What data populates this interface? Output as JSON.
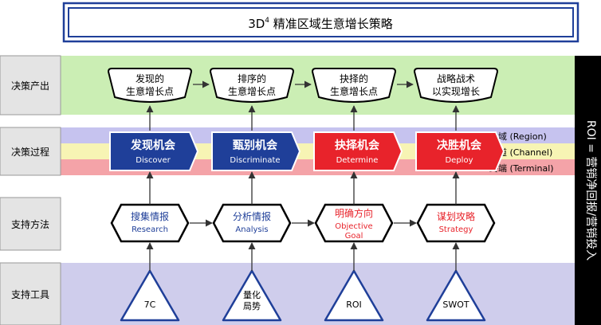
{
  "title": {
    "main": "3D",
    "sup": "4",
    "rest": " 精准区域生意增长策略"
  },
  "rows": [
    {
      "id": "output",
      "label": "决策产出"
    },
    {
      "id": "process",
      "label": "决策过程"
    },
    {
      "id": "method",
      "label": "支持方法"
    },
    {
      "id": "tools",
      "label": "支持工具"
    }
  ],
  "bands": [
    {
      "label": "地域 (Region)",
      "color": "#c6c3ef"
    },
    {
      "label": "渠道 (Channel)",
      "color": "#f7f4b4"
    },
    {
      "label": "终端 (Terminal)",
      "color": "#f4a3a8"
    }
  ],
  "outputs": [
    {
      "line1": "发现的",
      "line2": "生意增长点"
    },
    {
      "line1": "排序的",
      "line2": "生意增长点"
    },
    {
      "line1": "抉择的",
      "line2": "生意增长点"
    },
    {
      "line1": "战略战术",
      "line2": "以实现增长"
    }
  ],
  "stages": [
    {
      "cn": "发现机会",
      "en": "Discover",
      "color": "#1f3f99"
    },
    {
      "cn": "甄别机会",
      "en": "Discriminate",
      "color": "#1f3f99"
    },
    {
      "cn": "抉择机会",
      "en": "Determine",
      "color": "#e8232b"
    },
    {
      "cn": "决胜机会",
      "en": "Deploy",
      "color": "#e8232b"
    }
  ],
  "methods": [
    {
      "cn": "搜集情报",
      "en": [
        "Research"
      ],
      "color": "#1f3f99"
    },
    {
      "cn": "分析情报",
      "en": [
        "Analysis"
      ],
      "color": "#1f3f99"
    },
    {
      "cn": "明确方向",
      "en": [
        "Objective",
        "Goal"
      ],
      "color": "#e8232b"
    },
    {
      "cn": "谋划攻略",
      "en": [
        "Strategy"
      ],
      "color": "#e8232b"
    }
  ],
  "tools": [
    {
      "lines": [
        "7C"
      ]
    },
    {
      "lines": [
        "量化",
        "局势"
      ]
    },
    {
      "lines": [
        "ROI"
      ]
    },
    {
      "lines": [
        "SWOT"
      ]
    }
  ],
  "side_label": "ROI = 营销净回报/营销投入",
  "colors": {
    "output_bg": "#cbeeb4",
    "method_bg": "#ffffff",
    "tools_bg": "#cfcdec",
    "side_bg": "#000000",
    "label_bg": "#e4e4e4",
    "title_border": "#1f3f99"
  }
}
